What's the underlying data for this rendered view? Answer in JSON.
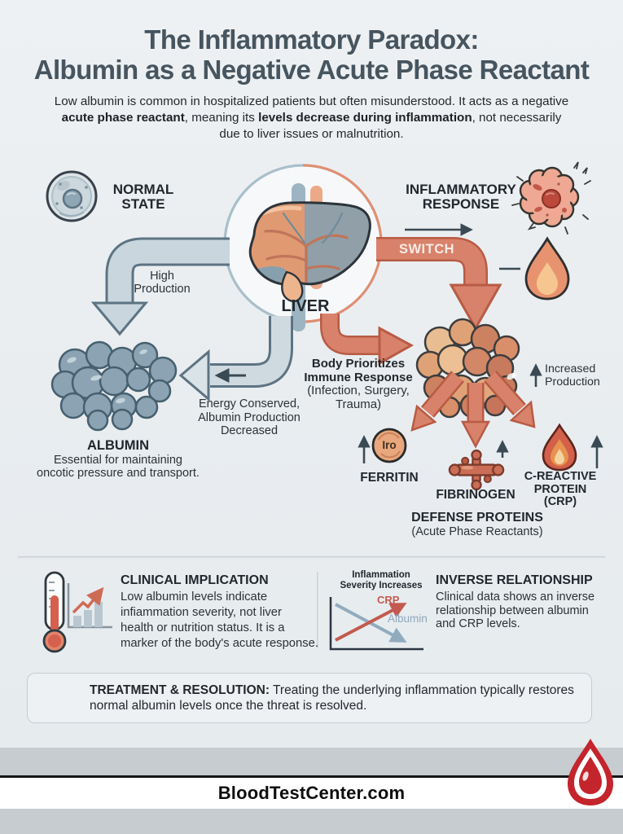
{
  "title": {
    "line1": "The Inflammatory Paradox:",
    "line2": "Albumin as a Negative Acute Phase Reactant"
  },
  "intro": {
    "p1a": "Low albumin is common in hospitalized patients but often misunderstood. It acts as a negative",
    "b1": "acute phase reactant",
    "p2": ", meaning its ",
    "b2": "levels decrease during inflammation",
    "p3a": ", not necessarily",
    "p3b": "due to liver issues or malnutrition."
  },
  "diagram": {
    "normal_state": {
      "line1": "NORMAL",
      "line2": "STATE"
    },
    "inflammatory_response": {
      "line1": "INFLAMMATORY",
      "line2": "RESPONSE"
    },
    "liver_label": "LIVER",
    "high_production": {
      "line1": "High",
      "line2": "Production"
    },
    "switch_label": "SWITCH",
    "energy_conserved": {
      "line1": "Energy Conserved,",
      "line2": "Albumin Production",
      "line3": "Decreased"
    },
    "body_prioritizes": {
      "line1": "Body Prioritizes",
      "line2": "Immune Response",
      "line3": "(Infection, Surgery,",
      "line4": "Trauma)"
    },
    "increased_production": {
      "line1": "Increased",
      "line2": "Production"
    },
    "albumin": {
      "label": "ALBUMIN",
      "desc1": "Essential for maintaining",
      "desc2": "oncotic pressure and transport."
    },
    "ferritin": {
      "label": "FERRITIN",
      "icon_text": "Iro"
    },
    "fibrinogen": {
      "label": "FIBRINOGEN"
    },
    "crp": {
      "line1": "C-REACTIVE",
      "line2": "PROTEIN",
      "line3": "(CRP)"
    },
    "defense": {
      "label": "DEFENSE PROTEINS",
      "sub": "(Acute Phase Reactants)"
    }
  },
  "panels": {
    "clinical": {
      "title": "CLINICAL IMPLICATION",
      "lines": [
        "Low albumin levels indicate",
        "infiammation severity, not liver",
        "health or nutrition status. It is a",
        "marker of the body's acute response."
      ]
    },
    "inverse": {
      "title": "INVERSE RELATIONSHIP",
      "lines": [
        "Clinical data shows an inverse",
        "relationship between albumin",
        "and CRP levels."
      ],
      "chart": {
        "title1": "Inflammation",
        "title2": "Severity Increases",
        "crp": "CRP",
        "albumin": "Albumin"
      }
    }
  },
  "treatment": {
    "bold": "TREATMENT & RESOLUTION:",
    "line1rest": " Treating the underlying inflammation typically restores",
    "line2": "normal albumin levels once the threat is resolved."
  },
  "footer": {
    "site": "BloodTestCenter.com"
  },
  "chart_data": {
    "type": "line",
    "title": "Inflammation Severity Increases",
    "series": [
      {
        "name": "CRP",
        "trend": "increasing",
        "color": "#c25a50"
      },
      {
        "name": "Albumin",
        "trend": "decreasing",
        "color": "#91abbe"
      }
    ],
    "legend_position": "inline"
  },
  "colors": {
    "title": "#46555f",
    "accent_salmon": "#d9826b",
    "accent_salmon_dark": "#b85b44",
    "accent_bluegray": "#c9d6dd",
    "accent_bluegray_dark": "#5d7383",
    "crp_line": "#c25a50",
    "albumin_line": "#91abbe",
    "logo_red": "#c4242b"
  },
  "icons": {
    "cell-icon": "normal cell",
    "inflamed-cell-icon": "inflamed cell with sparks",
    "flame-icon": "flame",
    "liver-icon": "liver with vessels",
    "albumin-molecule-icon": "blue-gray protein blob cluster",
    "defense-proteins-icon": "orange protein blob cluster",
    "iron-circle-icon": "iron sphere",
    "fibrinogen-icon": "fibrinogen molecule",
    "crp-flame-icon": "CRP flame",
    "thermometer-icon": "thermometer",
    "bar-chart-icon": "rising bar chart",
    "check-circle-icon": "check mark in circle",
    "blood-drop-icon": "blood drop logo"
  }
}
